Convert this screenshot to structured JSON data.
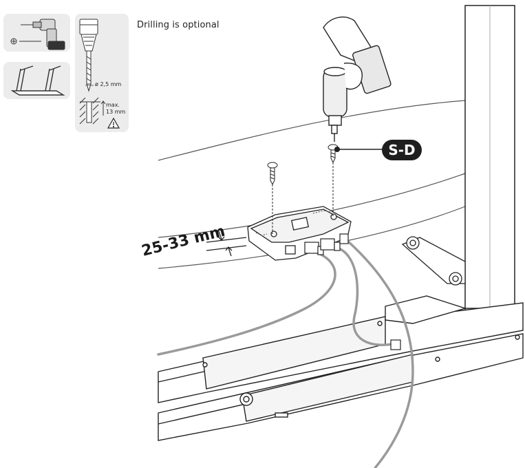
{
  "caption": "Drilling is optional",
  "drill_spec": {
    "diameter": "ø 2,5 mm",
    "max_label": "max.",
    "max_depth": "13 mm"
  },
  "measurement": {
    "text": "25-33 mm"
  },
  "part_badge": {
    "text": "S-D"
  },
  "colors": {
    "line": "#2a2a2a",
    "panel": "#ececec",
    "cable": "#9a9a9a",
    "badge": "#1f1f1f"
  }
}
